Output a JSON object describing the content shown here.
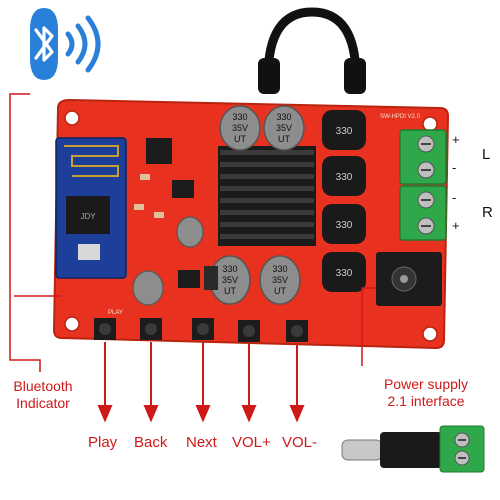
{
  "board": {
    "capacitor_marking": "330 35V",
    "capacitor_lines": [
      "330",
      "35V",
      "UT"
    ],
    "inductor_marking": "330",
    "board_model": "SW-HPDI V2.0",
    "module_text": "JDY",
    "play_silk": "PLAY"
  },
  "labels": {
    "bluetooth_indicator_line1": "Bluetooth",
    "bluetooth_indicator_line2": "Indicator",
    "power_line1": "Power supply",
    "power_line2": "2.1 interface",
    "channel_left": "L",
    "channel_right": "R",
    "plus": "+",
    "minus": "-"
  },
  "buttons": [
    {
      "label": "Play"
    },
    {
      "label": "Back"
    },
    {
      "label": "Next"
    },
    {
      "label": "VOL+"
    },
    {
      "label": "VOL-"
    }
  ],
  "icons": {
    "bluetooth": "bluetooth-icon",
    "headphones": "headphones-icon",
    "dc_plug": "dc-plug-adapter-icon"
  },
  "colors": {
    "board": "#e8321f",
    "label_red": "#d01818",
    "bluetooth_blue": "#1e6fd0",
    "terminal_green": "#2fa84a"
  }
}
